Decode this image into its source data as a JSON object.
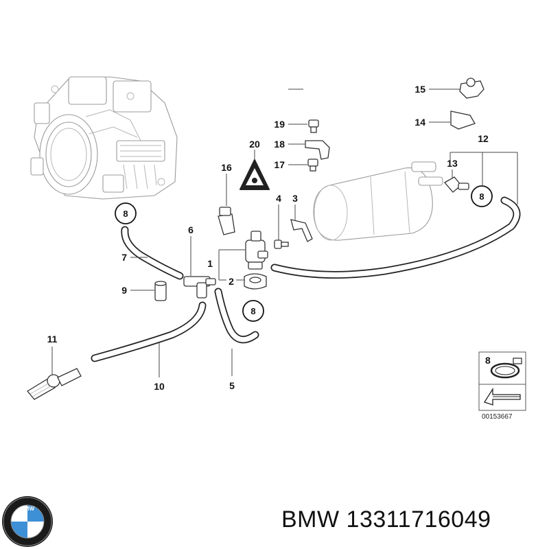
{
  "diagram": {
    "part_labels": [
      "1",
      "2",
      "3",
      "4",
      "5",
      "6",
      "7",
      "8",
      "9",
      "10",
      "11",
      "12",
      "13",
      "14",
      "15",
      "16",
      "17",
      "18",
      "19",
      "20"
    ],
    "clamp_callout": "8",
    "legend": {
      "item_number": "8",
      "drawing_code": "00153667"
    }
  },
  "footer": {
    "brand": "BMW",
    "part_number": "13311716049",
    "logo_letters": "BMW"
  }
}
